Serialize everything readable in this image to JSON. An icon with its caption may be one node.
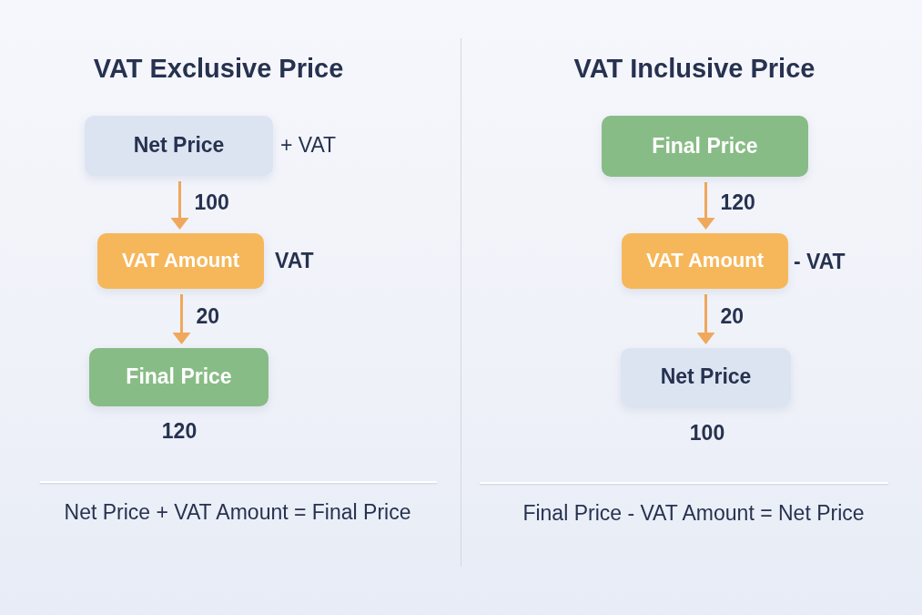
{
  "diagram": {
    "nodes": [
      {
        "text": [
          "Net Price"
        ],
        "beside": [
          "+ VAT"
        ]
      },
      {
        "text": [
          "VAT Amount"
        ],
        "beside": [
          "VAT"
        ]
      },
      {
        "text": [
          "Final Price"
        ],
        "beside": [
          "120"
        ]
      },
      {
        "text": [
          "Final Price"
        ]
      },
      {
        "text": [
          "VAT Amount"
        ],
        "beside": [
          "- VAT"
        ]
      },
      {
        "text": [
          "Net Price"
        ],
        "beside": [
          "100"
        ]
      }
    ],
    "edges": [
      {
        "from": 0,
        "to": 1,
        "arrow": "to",
        "label": "100"
      },
      {
        "from": 1,
        "to": 2,
        "arrow": "to",
        "label": "20"
      },
      {
        "from": 3,
        "to": 4,
        "arrow": "to",
        "label": "120"
      },
      {
        "from": 4,
        "to": 5,
        "arrow": "to",
        "label": "20"
      }
    ],
    "labels": [
      "VAT Exclusive Price",
      "VAT Inclusive Price",
      "Net Price + VAT Amount = Final Price",
      "Final Price - VAT Amount = Net Price"
    ]
  }
}
